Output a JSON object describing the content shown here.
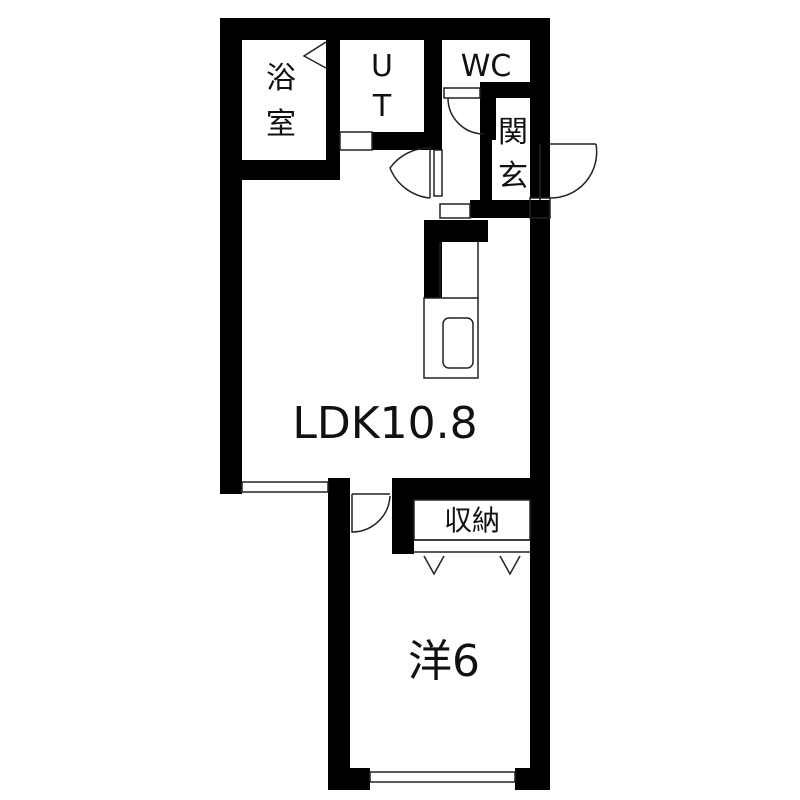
{
  "rooms": {
    "bath": [
      "浴",
      "室"
    ],
    "utility": [
      "U",
      "T"
    ],
    "toilet": "WC",
    "entrance": [
      "玄",
      "関"
    ],
    "living": "LDK10.8",
    "storage": "収納",
    "western": "洋6"
  },
  "colors": {
    "wall": "#000000",
    "line": "#222222",
    "background": "#ffffff"
  }
}
